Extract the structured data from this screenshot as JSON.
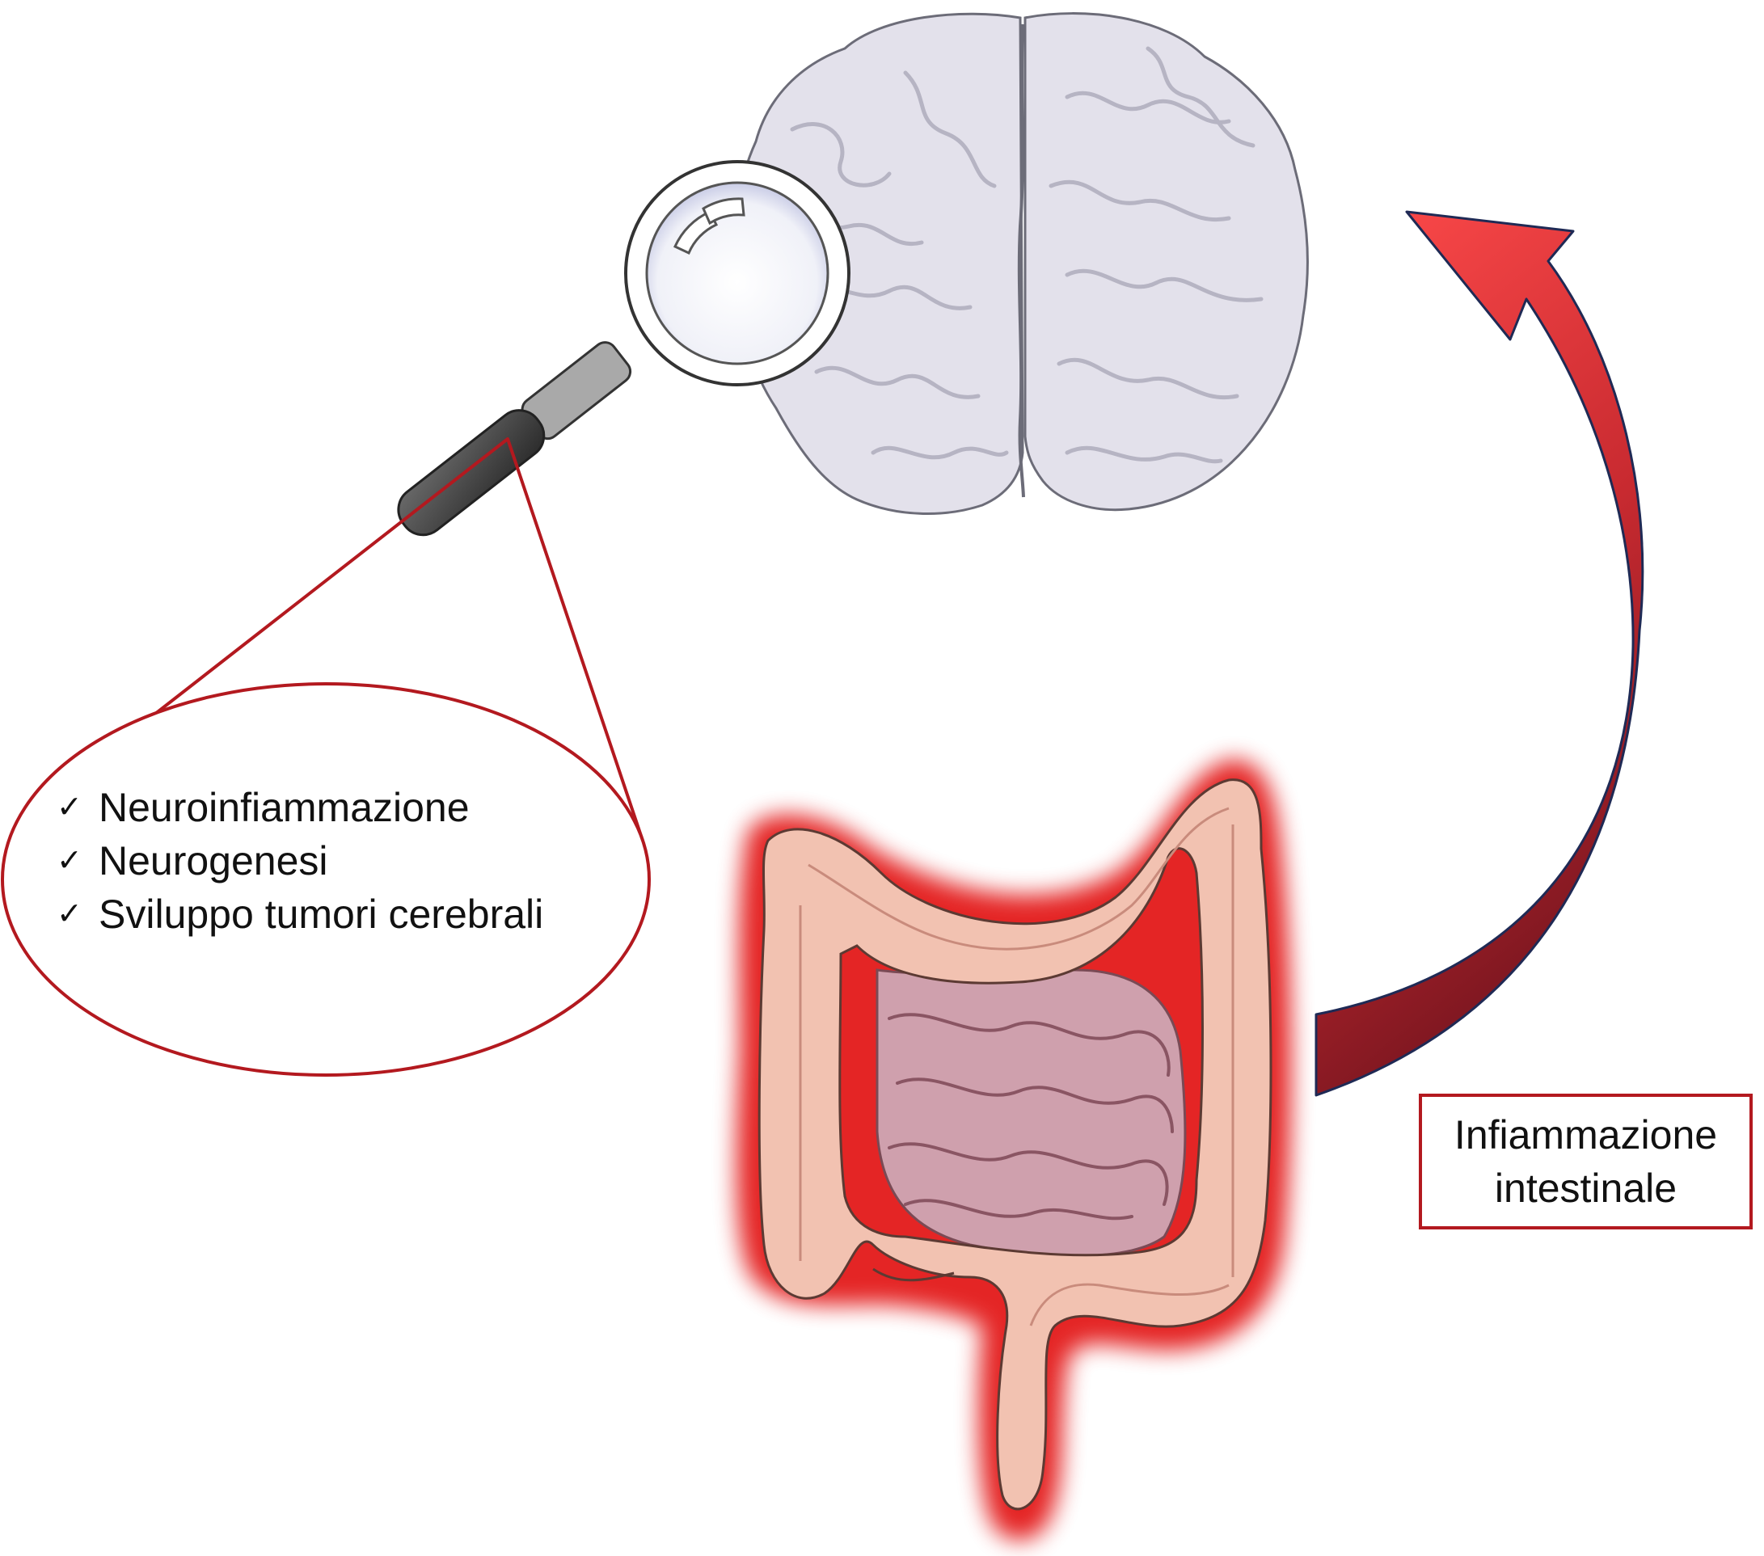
{
  "colors": {
    "accent_red": "#b3191f",
    "arrow_top": "#ff4a4a",
    "arrow_bottom": "#7a1620",
    "brain_fill": "#e2e0ea",
    "intestine_fill": "#f2c1b0",
    "small_intestine_fill": "#d9a6b3"
  },
  "icons": {
    "brain": "brain-illustration",
    "magnifier": "magnifying-glass-icon",
    "intestine": "intestine-illustration",
    "arrow": "curved-arrow-icon",
    "check": "check-icon"
  },
  "callout": {
    "check_glyph": "✓",
    "items": [
      "Neuroinfiammazione",
      "Neurogenesi",
      "Sviluppo tumori cerebrali"
    ]
  },
  "label": {
    "line1": "Infiammazione",
    "line2": "intestinale"
  }
}
